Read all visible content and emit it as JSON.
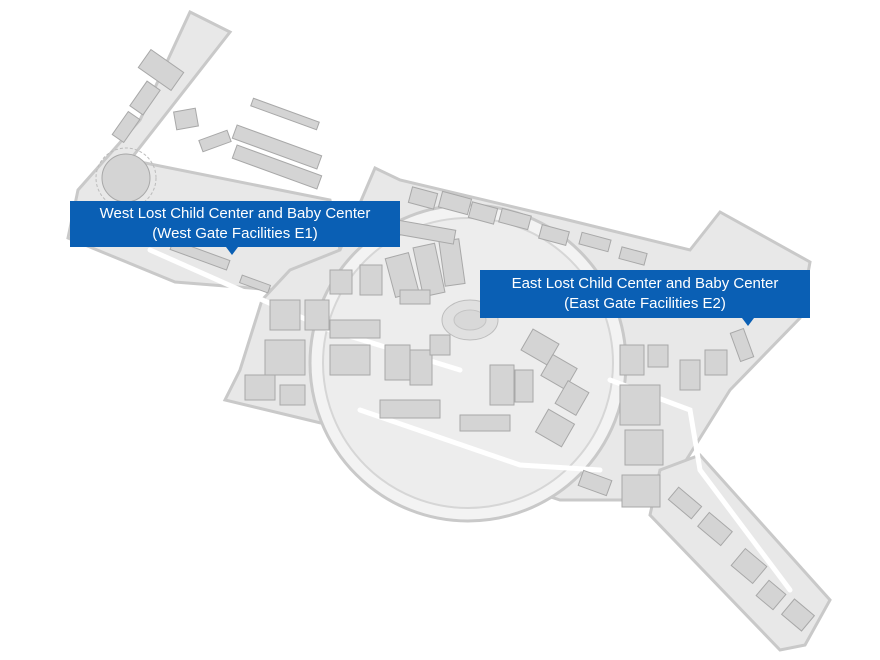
{
  "map": {
    "colors": {
      "ground": "#e8e8e8",
      "outline": "#c9c9c9",
      "building": "#d4d4d4",
      "building_edge": "#a8a8a8",
      "road": "#ffffff",
      "accent": "#0a5fb4"
    }
  },
  "callouts": [
    {
      "id": "west",
      "line1": "West Lost Child Center and Baby Center",
      "line2": "(West Gate Facilities E1)"
    },
    {
      "id": "east",
      "line1": "East Lost Child Center and Baby Center",
      "line2": "(East Gate Facilities E2)"
    }
  ]
}
